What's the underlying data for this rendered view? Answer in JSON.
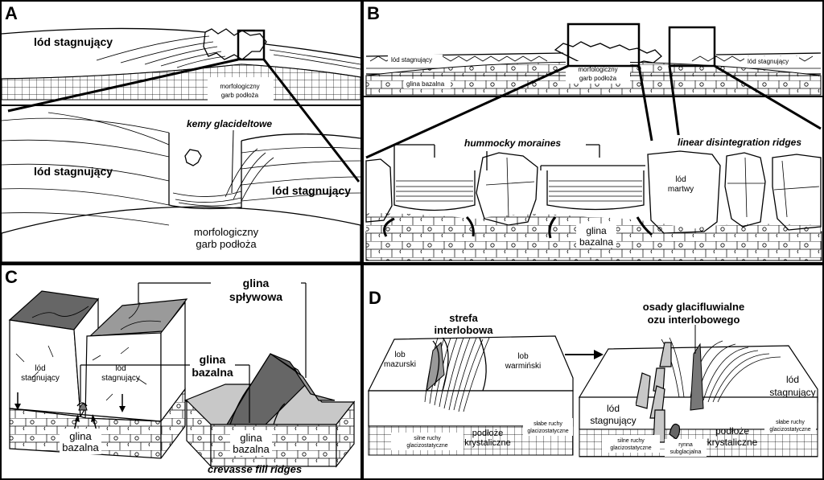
{
  "panels": {
    "A": {
      "letter": "A",
      "top_ice_label": "lód stagnujący",
      "top_ridge_label_1": "morfologiczny",
      "top_ridge_label_2": "garb podłoża",
      "left_ice_label": "lód stagnujący",
      "kames_label": "kemy glacideltowe",
      "right_ice_label": "lód stagnujący",
      "ridge_label_1": "morfologiczny",
      "ridge_label_2": "garb podłoża"
    },
    "B": {
      "letter": "B",
      "left_ice_label": "lód stagnujący",
      "right_ice_label": "lód stagnujący",
      "ridge_label_1": "morfologiczny",
      "ridge_label_2": "garb podłoża",
      "till_label": "glina bazalna",
      "hummocky_label": "hummocky moraines",
      "linear_label": "linear disintegration ridges",
      "dead_ice_1": "lód",
      "dead_ice_2": "martwy",
      "basal_till_1": "glina",
      "basal_till_2": "bazalna"
    },
    "C": {
      "letter": "C",
      "flow_till_1": "glina",
      "flow_till_2": "spływowa",
      "basal_till_1": "glina",
      "basal_till_2": "bazalna",
      "ice_left_1": "lód",
      "ice_left_2": "stagnujący",
      "ice_right_1": "lód",
      "ice_right_2": "stagnujący",
      "till_left_1": "glina",
      "till_left_2": "bazalna",
      "till_right_1": "glina",
      "till_right_2": "bazalna",
      "caption": "crevasse fill ridges"
    },
    "D": {
      "letter": "D",
      "zone_1": "strefa",
      "zone_2": "interlobowa",
      "lob_m_1": "lob",
      "lob_m_2": "mazurski",
      "lob_w_1": "lob",
      "lob_w_2": "warmiński",
      "strong_1": "silne ruchy",
      "strong_2": "glacizostatyczne",
      "weak_1": "słabe ruchy",
      "weak_2": "glacizostatyczne",
      "base_1": "podłoże",
      "base_2": "krystaliczne",
      "osady_1": "osady glacifluwialne",
      "osady_2": "ozu interlobowego",
      "ice_l_1": "lód",
      "ice_l_2": "stagnujący",
      "ice_r_1": "lód",
      "ice_r_2": "stagnujący",
      "strong2_1": "silne ruchy",
      "strong2_2": "glacizostatyczne",
      "rynna_1": "rynna",
      "rynna_2": "subglacjalna",
      "base2_1": "podłoże",
      "base2_2": "krystaliczne",
      "weak2_1": "słabe ruchy",
      "weak2_2": "glacizostatyczne"
    }
  }
}
